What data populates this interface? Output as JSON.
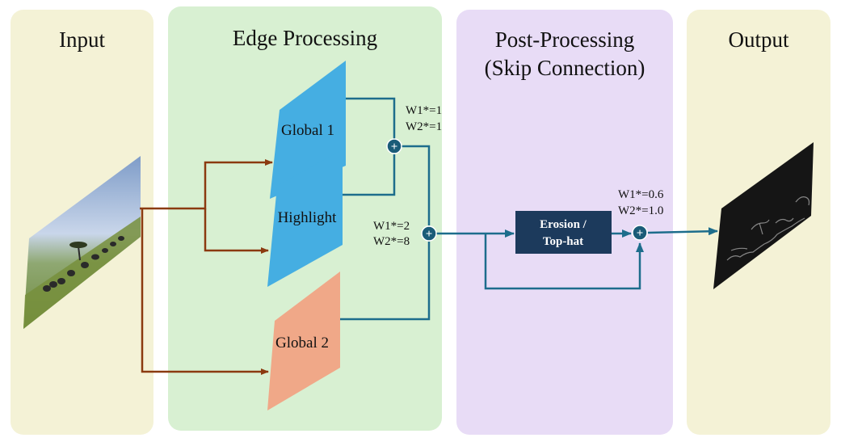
{
  "panels": {
    "input": {
      "title": "Input"
    },
    "edge": {
      "title": "Edge Processing"
    },
    "post": {
      "title_line1": "Post-Processing",
      "title_line2": "(Skip Connection)"
    },
    "output": {
      "title": "Output"
    }
  },
  "blocks": {
    "global1": "Global 1",
    "highlight": "Highlight",
    "global2": "Global 2",
    "erosion_line1": "Erosion /",
    "erosion_line2": "Top-hat"
  },
  "weights": {
    "sum1_w1": "W1*=1",
    "sum1_w2": "W2*=1",
    "sum2_w1": "W1*=2",
    "sum2_w2": "W2*=8",
    "sum3_w1": "W1*=0.6",
    "sum3_w2": "W2*=1.0"
  },
  "sum_symbol": "+",
  "colors": {
    "input_panel": "#f4f2d6",
    "edge_panel": "#d8f0d2",
    "post_panel": "#e8dcf6",
    "output_panel": "#f4f2d6",
    "blue_block": "#45aee2",
    "orange_block": "#f0a888",
    "navy_block": "#1c3a5c",
    "brown_arrow": "#8b3a10",
    "teal_line": "#1d6d8c",
    "sum_node": "#1a5c78"
  }
}
